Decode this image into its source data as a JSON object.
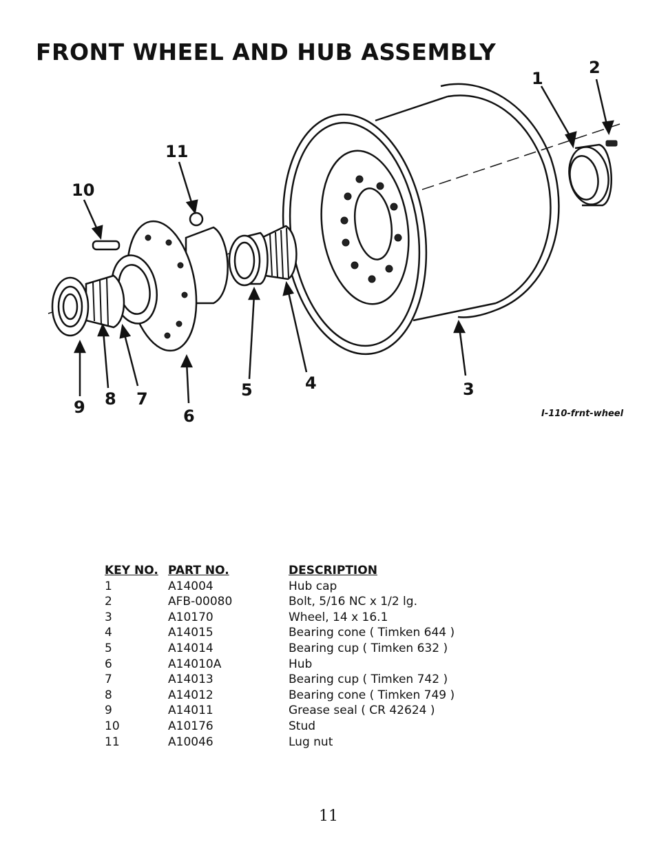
{
  "page": {
    "title": "FRONT WHEEL AND HUB ASSEMBLY",
    "figure_ref": "I-110-frnt-wheel",
    "page_number": "11"
  },
  "diagram": {
    "callouts": [
      "1",
      "2",
      "3",
      "4",
      "5",
      "6",
      "7",
      "8",
      "9",
      "10",
      "11"
    ]
  },
  "parts_table": {
    "headers": {
      "key": "KEY NO.",
      "part": "PART NO.",
      "description": "DESCRIPTION"
    },
    "rows": [
      {
        "key": "1",
        "part": "A14004",
        "description": "Hub cap"
      },
      {
        "key": "2",
        "part": "AFB-00080",
        "description": "Bolt, 5/16 NC x 1/2 lg."
      },
      {
        "key": "3",
        "part": "A10170",
        "description": "Wheel, 14 x 16.1"
      },
      {
        "key": "4",
        "part": "A14015",
        "description": "Bearing cone ( Timken 644 )"
      },
      {
        "key": "5",
        "part": "A14014",
        "description": "Bearing cup ( Timken 632 )"
      },
      {
        "key": "6",
        "part": "A14010A",
        "description": "Hub"
      },
      {
        "key": "7",
        "part": "A14013",
        "description": "Bearing cup ( Timken 742 )"
      },
      {
        "key": "8",
        "part": "A14012",
        "description": "Bearing cone ( Timken 749 )"
      },
      {
        "key": "9",
        "part": "A14011",
        "description": "Grease seal ( CR 42624 )"
      },
      {
        "key": "10",
        "part": "A10176",
        "description": "Stud"
      },
      {
        "key": "11",
        "part": "A10046",
        "description": "Lug nut"
      }
    ]
  }
}
